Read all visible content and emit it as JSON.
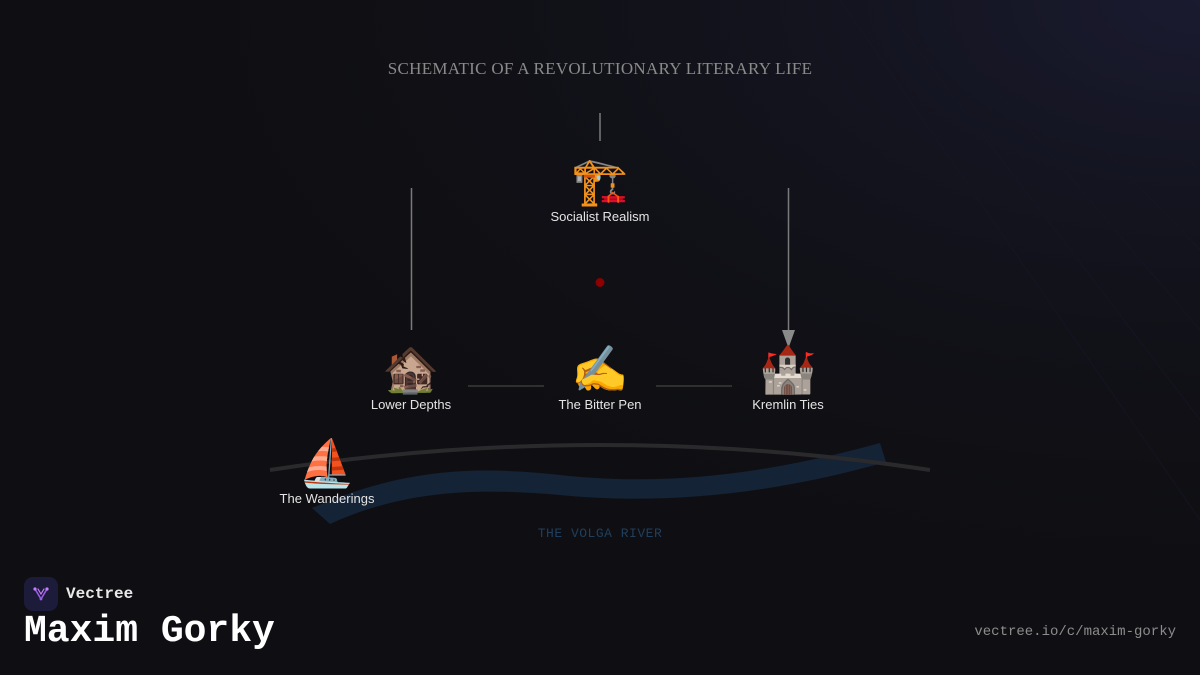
{
  "diagram": {
    "title": "SCHEMATIC OF A REVOLUTIONARY LITERARY LIFE",
    "nodes": {
      "socialist_realism": {
        "icon": "construction-crane-icon",
        "glyph": "🏗️",
        "label": "Socialist Realism"
      },
      "lower_depths": {
        "icon": "derelict-house-icon",
        "glyph": "🏚️",
        "label": "Lower Depths"
      },
      "bitter_pen": {
        "icon": "writing-hand-icon",
        "glyph": "✍️",
        "label": "The Bitter Pen"
      },
      "kremlin_ties": {
        "icon": "castle-icon",
        "glyph": "🏰",
        "label": "Kremlin Ties"
      },
      "wanderings": {
        "icon": "sailboat-icon",
        "glyph": "⛵",
        "label": "The Wanderings"
      }
    },
    "river_label": "THE VOLGA RIVER",
    "colors": {
      "background": "#0f0f13",
      "connector": "#7a7a7a",
      "center_dot": "#8b0000",
      "river": "#15263a",
      "river_label": "#1f3f5e",
      "accent_logo": "#9b5de5"
    }
  },
  "footer": {
    "brand": "Vectree",
    "page_title": "Maxim Gorky",
    "url": "vectree.io/c/maxim-gorky"
  }
}
